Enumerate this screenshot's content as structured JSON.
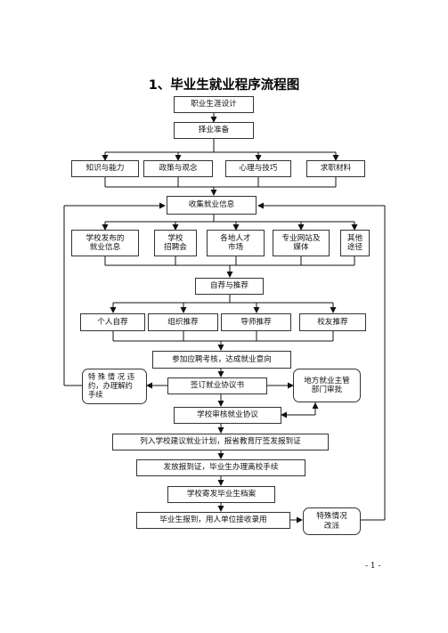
{
  "title": "1、毕业生就业程序流程图",
  "boxes": {
    "career_planning": "职业生涯设计",
    "career_prep": "择业准备",
    "knowledge": "知识与能力",
    "policy": "政策与观念",
    "psychology": "心理与技巧",
    "materials": "求职材料",
    "collect_info": "收集就业信息",
    "school_info": "学校发布的\n就业信息",
    "school_fair": "学校\n招聘会",
    "talent_market": "各地人才\n市场",
    "websites": "专业网站及\n媒体",
    "other_ways": "其他\n途径",
    "recommend": "自荐与推荐",
    "self_rec": "个人自荐",
    "org_rec": "组织推荐",
    "mentor_rec": "导师推荐",
    "alumni_rec": "校友推荐",
    "interview": "参加应聘考核，达成就业意向",
    "sign_agreement": "签订就业协议书",
    "special_breach": "特 殊 情 况 违\n约，办理解约\n手续",
    "local_authority": "地方就业主管\n部门审批",
    "school_review": "学校审核就业协议",
    "employment_plan": "列入学校建议就业计划，报省教育厅签发报到证",
    "issue_certificate": "发放报到证，毕业生办理离校手续",
    "send_archives": "学校寄发毕业生档案",
    "report_work": "毕业生报到，用人单位接收录用",
    "special_reassign": "特殊情况\n改派"
  },
  "page_number": "- 1 -"
}
